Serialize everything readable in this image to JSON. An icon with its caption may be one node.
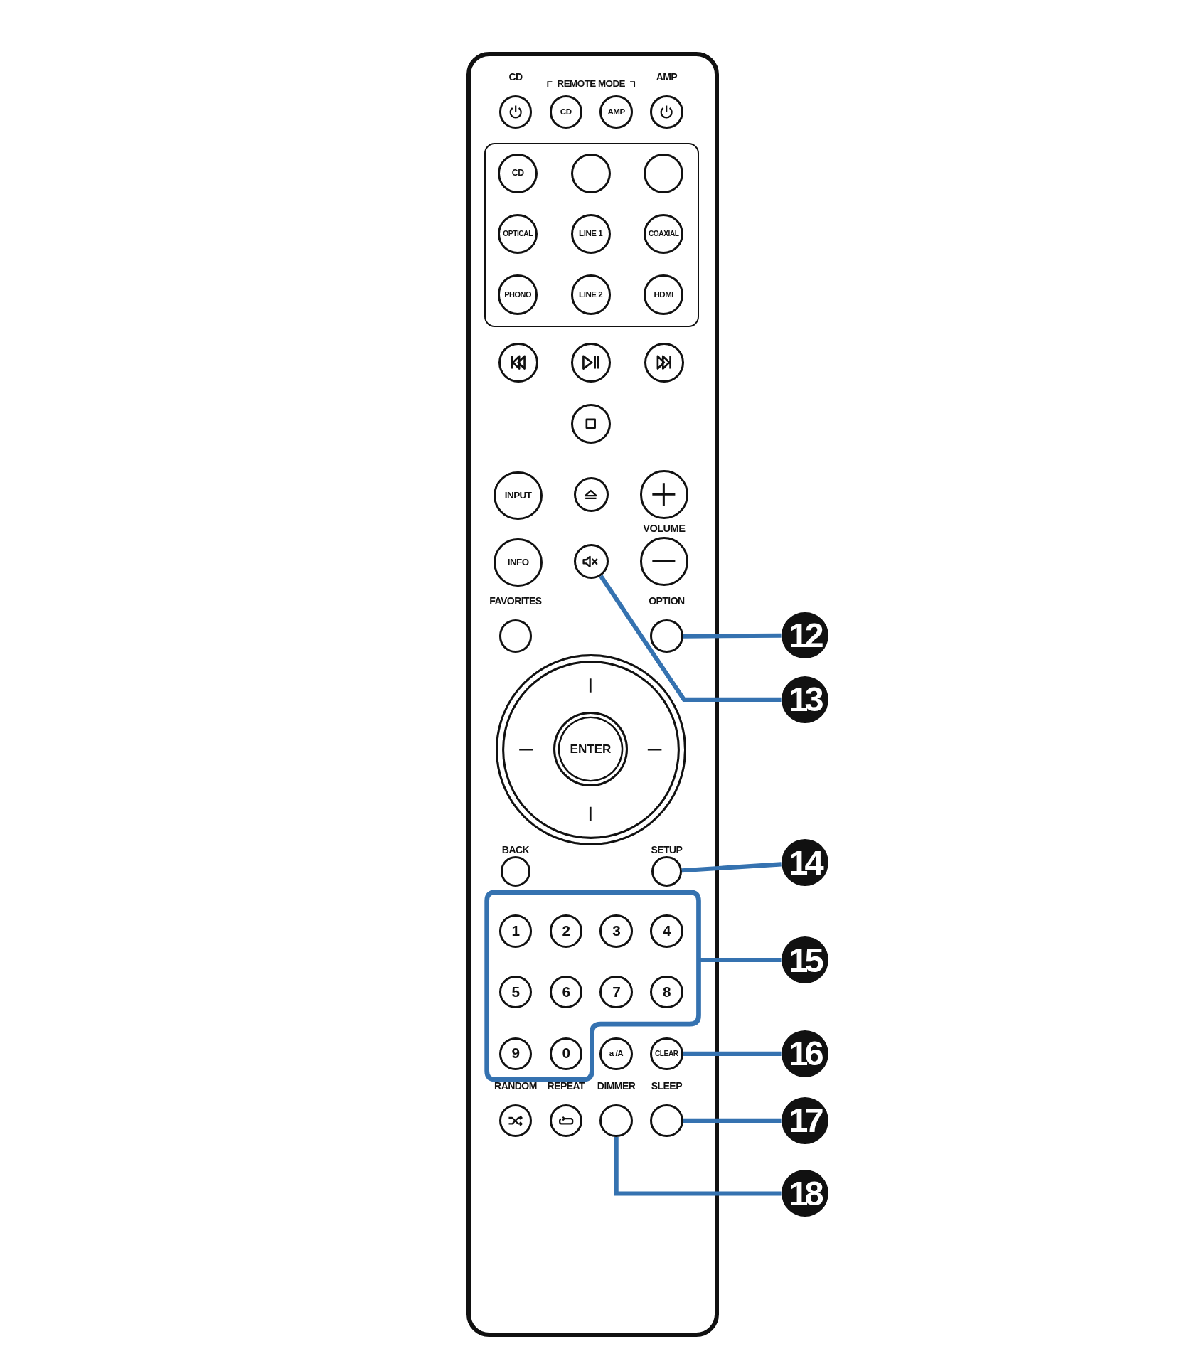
{
  "diagram": {
    "nodes": [
      {
        "text": [],
        "shape": "box"
      },
      {
        "text": [
          "CD"
        ],
        "in": 0
      },
      {
        "text": [
          "CD"
        ],
        "in": 0
      },
      {
        "text": [
          "AMP"
        ],
        "in": 0
      },
      {
        "text": [
          "AMP"
        ],
        "in": 0
      },
      {
        "text": [],
        "shape": "box",
        "in": 0
      },
      {
        "text": [
          "CD"
        ],
        "in": 5
      },
      {
        "text": [],
        "shape": "circle",
        "in": 5
      },
      {
        "text": [],
        "shape": "circle",
        "in": 5
      },
      {
        "text": [
          "OPTICAL"
        ],
        "in": 5
      },
      {
        "text": [
          "LINE 1"
        ],
        "in": 5
      },
      {
        "text": [
          "COAXIAL"
        ],
        "in": 5
      },
      {
        "text": [
          "PHONO"
        ],
        "in": 5
      },
      {
        "text": [
          "LINE 2"
        ],
        "in": 5
      },
      {
        "text": [
          "HDMI"
        ],
        "in": 5
      },
      {
        "text": [],
        "shape": "circle",
        "in": 0
      },
      {
        "text": [],
        "shape": "circle",
        "in": 0
      },
      {
        "text": [],
        "shape": "circle",
        "in": 0
      },
      {
        "text": [],
        "shape": "circle",
        "in": 0
      },
      {
        "text": [
          "INPUT"
        ],
        "in": 0
      },
      {
        "text": [],
        "shape": "circle",
        "in": 0
      },
      {
        "text": [],
        "shape": "circle",
        "in": 0
      },
      {
        "text": [
          "INFO"
        ],
        "in": 0
      },
      {
        "text": [],
        "shape": "circle",
        "in": 0
      },
      {
        "text": [],
        "shape": "circle",
        "in": 0
      },
      {
        "text": [
          "FAVORITES"
        ],
        "in": 0
      },
      {
        "text": [
          "OPTION"
        ],
        "in": 0
      },
      {
        "text": [],
        "shape": "circle",
        "in": 0
      },
      {
        "text": [
          "ENTER"
        ],
        "in": 27
      },
      {
        "text": [
          "BACK"
        ],
        "in": 0
      },
      {
        "text": [
          "SETUP"
        ],
        "in": 0
      },
      {
        "text": [],
        "shape": "box",
        "in": 0
      },
      {
        "text": [
          "1"
        ],
        "in": 31
      },
      {
        "text": [
          "2"
        ],
        "in": 31
      },
      {
        "text": [
          "3"
        ],
        "in": 31
      },
      {
        "text": [
          "4"
        ],
        "in": 31
      },
      {
        "text": [
          "5"
        ],
        "in": 31
      },
      {
        "text": [
          "6"
        ],
        "in": 31
      },
      {
        "text": [
          "7"
        ],
        "in": 31
      },
      {
        "text": [
          "8"
        ],
        "in": 31
      },
      {
        "text": [
          "9"
        ],
        "in": 31
      },
      {
        "text": [
          "0"
        ],
        "in": 31
      },
      {
        "text": [
          "a /A"
        ],
        "in": 0
      },
      {
        "text": [
          "CLEAR"
        ],
        "in": 0
      },
      {
        "text": [
          "RANDOM"
        ],
        "in": 0
      },
      {
        "text": [
          "REPEAT"
        ],
        "in": 0
      },
      {
        "text": [
          "DIMMER"
        ],
        "in": 0
      },
      {
        "text": [
          "SLEEP"
        ],
        "in": 0
      },
      {
        "text": [
          "12"
        ]
      },
      {
        "text": [
          "13"
        ]
      },
      {
        "text": [
          "14"
        ]
      },
      {
        "text": [
          "15"
        ]
      },
      {
        "text": [
          "16"
        ]
      },
      {
        "text": [
          "17"
        ]
      },
      {
        "text": [
          "18"
        ]
      }
    ],
    "edges": [
      {
        "from": 48,
        "to": 26,
        "arrow": "none"
      },
      {
        "from": 49,
        "to": 23,
        "arrow": "none"
      },
      {
        "from": 50,
        "to": 30,
        "arrow": "none"
      },
      {
        "from": 51,
        "to": 31,
        "arrow": "none"
      },
      {
        "from": 52,
        "to": 43,
        "arrow": "none"
      },
      {
        "from": 53,
        "to": 47,
        "arrow": "none"
      },
      {
        "from": 54,
        "to": 46,
        "arrow": "none"
      }
    ],
    "labels": [
      "REMOTE MODE",
      "VOLUME"
    ]
  }
}
